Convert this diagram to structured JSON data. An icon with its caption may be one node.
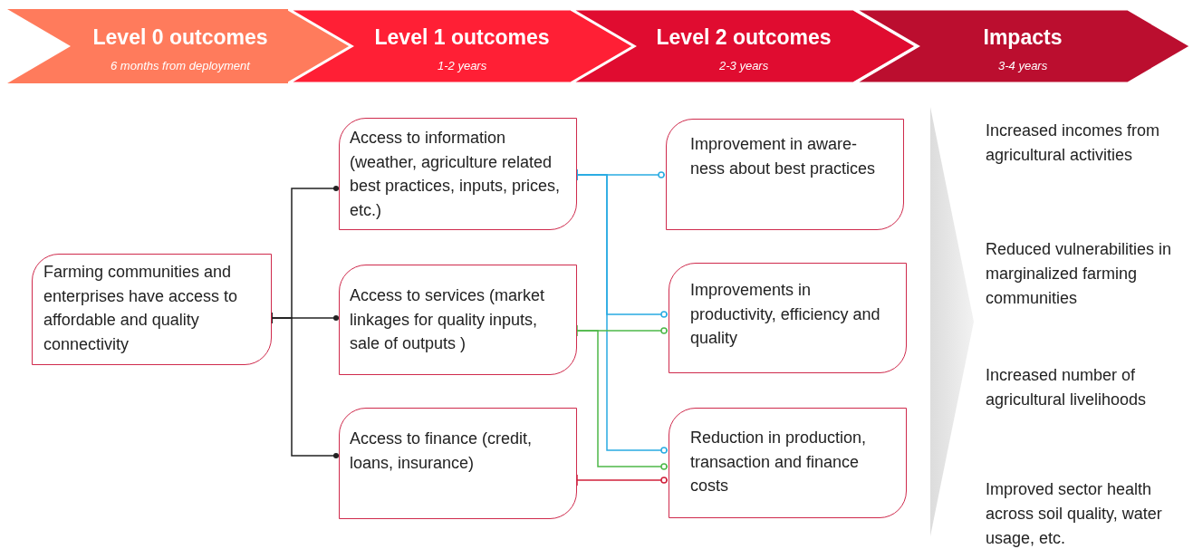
{
  "diagram": {
    "nodes": [
      {
        "text": [
          "Level 0 outcomes",
          "6 months from deployment"
        ]
      },
      {
        "text": [
          "Level 1 outcomes",
          "1-2 years"
        ]
      },
      {
        "text": [
          "Level 2 outcomes",
          "2-3 years"
        ]
      },
      {
        "text": [
          "Impacts",
          "3-4 years"
        ]
      },
      {
        "text": [
          "Farming communities and enterprises have access to affordable and quality connectivity"
        ]
      },
      {
        "text": [
          "Access to information (weather, agriculture related best practices, inputs, prices, etc.)"
        ]
      },
      {
        "text": [
          "Access to services (market linkages for quality inputs, sale of outputs )"
        ]
      },
      {
        "text": [
          "Access to finance (credit, loans, insurance)"
        ]
      },
      {
        "text": [
          "Improvement in aware- ness about best practices"
        ]
      },
      {
        "text": [
          "Improvements in productivity, efficiency and quality"
        ]
      },
      {
        "text": [
          "Reduction in production, transaction and finance costs"
        ]
      }
    ],
    "edges": [
      {
        "from": 4,
        "to": 5,
        "arrow": "other"
      },
      {
        "from": 4,
        "to": 6,
        "arrow": "other"
      },
      {
        "from": 4,
        "to": 7,
        "arrow": "other"
      },
      {
        "from": 5,
        "to": 8,
        "arrow": "other",
        "color": "#29abe2"
      },
      {
        "from": 5,
        "to": 9,
        "arrow": "other",
        "color": "#29abe2"
      },
      {
        "from": 5,
        "to": 10,
        "arrow": "other",
        "color": "#29abe2"
      },
      {
        "from": 6,
        "to": 9,
        "arrow": "other",
        "color": "#4db848"
      },
      {
        "from": 6,
        "to": 10,
        "arrow": "other",
        "color": "#4db848"
      },
      {
        "from": 7,
        "to": 10,
        "arrow": "other",
        "color": "#d0203a"
      }
    ],
    "labels": [
      "Increased incomes from agricultural activities",
      "Reduced vulnerabilities in marginalized farming communities",
      "Increased number of agricultural livelihoods",
      "Improved sector health across soil quality, water usage, etc."
    ]
  }
}
